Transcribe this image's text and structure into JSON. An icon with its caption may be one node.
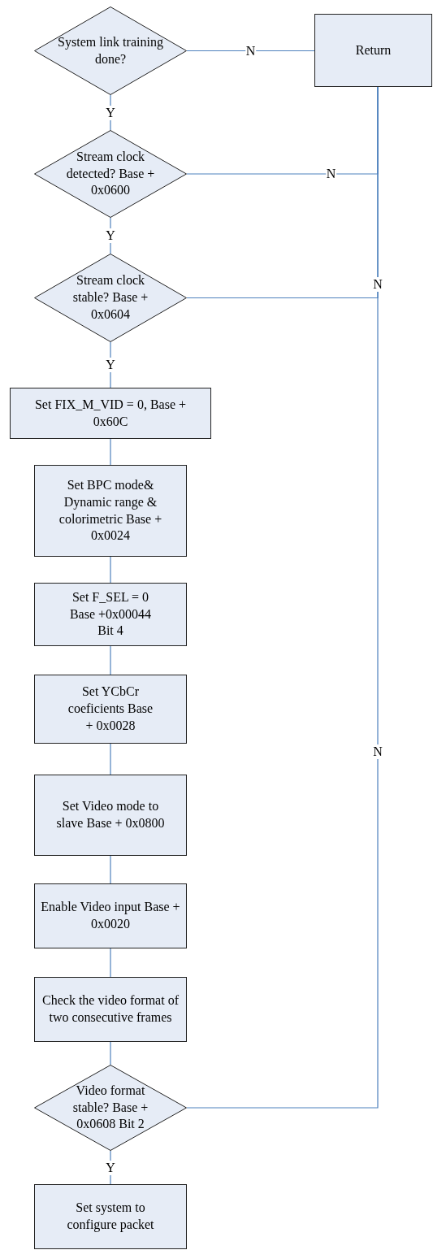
{
  "diagram": {
    "nodes": [
      {
        "text": [
          "System link training done?"
        ]
      },
      {
        "text": [
          "Return"
        ]
      },
      {
        "text": [
          "Stream clock detected? Base + 0x0600"
        ]
      },
      {
        "text": [
          "Stream clock stable? Base + 0x0604"
        ]
      },
      {
        "text": [
          "Set FIX_M_VID = 0, Base + 0x60C"
        ]
      },
      {
        "text": [
          "Set BPC mode& Dynamic range & colorimetric Base + 0x0024"
        ]
      },
      {
        "text": [
          "Set F_SEL = 0 Base +0x00044 Bit 4"
        ]
      },
      {
        "text": [
          "Set YCbCr coeficients Base + 0x0028"
        ]
      },
      {
        "text": [
          "Set Video mode to slave Base + 0x0800"
        ]
      },
      {
        "text": [
          "Enable Video input Base + 0x0020"
        ]
      },
      {
        "text": [
          "Check the video format of two consecutive frames"
        ]
      },
      {
        "text": [
          "Video format stable? Base + 0x0608 Bit 2"
        ]
      },
      {
        "text": [
          "Set system to configure packet"
        ]
      }
    ],
    "edges": [
      {
        "from": 0,
        "to": 1,
        "arrow": "none",
        "label": "N"
      },
      {
        "from": 0,
        "to": 2,
        "arrow": "none",
        "label": "Y"
      },
      {
        "from": 2,
        "to": 1,
        "arrow": "none",
        "label": "N"
      },
      {
        "from": 2,
        "to": 3,
        "arrow": "none",
        "label": "Y"
      },
      {
        "from": 3,
        "to": 1,
        "arrow": "none",
        "label": "N"
      },
      {
        "from": 3,
        "to": 4,
        "arrow": "none",
        "label": "Y"
      },
      {
        "from": 4,
        "to": 5,
        "arrow": "none"
      },
      {
        "from": 5,
        "to": 6,
        "arrow": "none"
      },
      {
        "from": 6,
        "to": 7,
        "arrow": "none"
      },
      {
        "from": 7,
        "to": 8,
        "arrow": "none"
      },
      {
        "from": 8,
        "to": 9,
        "arrow": "none"
      },
      {
        "from": 9,
        "to": 10,
        "arrow": "none"
      },
      {
        "from": 10,
        "to": 11,
        "arrow": "none"
      },
      {
        "from": 11,
        "to": 1,
        "arrow": "none",
        "label": "N"
      },
      {
        "from": 11,
        "to": 12,
        "arrow": "none",
        "label": "Y"
      }
    ]
  }
}
